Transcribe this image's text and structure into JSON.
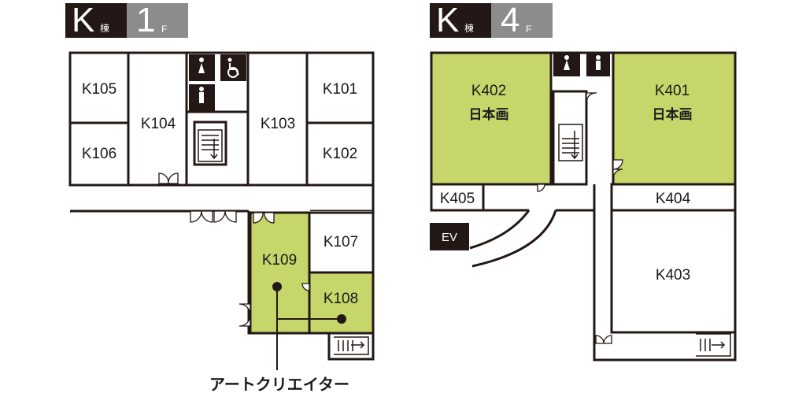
{
  "floors": [
    {
      "building": "K",
      "building_suffix": "棟",
      "floor": "1",
      "floor_suffix": "F"
    },
    {
      "building": "K",
      "building_suffix": "棟",
      "floor": "4",
      "floor_suffix": "F"
    }
  ],
  "floor1": {
    "rooms": {
      "k105": "K105",
      "k104": "K104",
      "k103": "K103",
      "k101": "K101",
      "k106": "K106",
      "k102": "K102",
      "k109": "K109",
      "k107": "K107",
      "k108": "K108"
    },
    "callout": "アートクリエイター"
  },
  "floor4": {
    "rooms": {
      "k402": "K402",
      "k402_use": "日本画",
      "k401": "K401",
      "k401_use": "日本画",
      "k405": "K405",
      "k404": "K404",
      "k403": "K403"
    },
    "ev": "EV"
  },
  "colors": {
    "highlight": "#c6d66b",
    "wall": "#231815",
    "badge_dark": "#231815",
    "badge_grey": "#8c8c8c"
  },
  "icons": [
    "toilet-female-icon",
    "toilet-male-icon",
    "accessible-toilet-icon",
    "stairs-icon",
    "door-swing-icon",
    "elevator-icon"
  ]
}
